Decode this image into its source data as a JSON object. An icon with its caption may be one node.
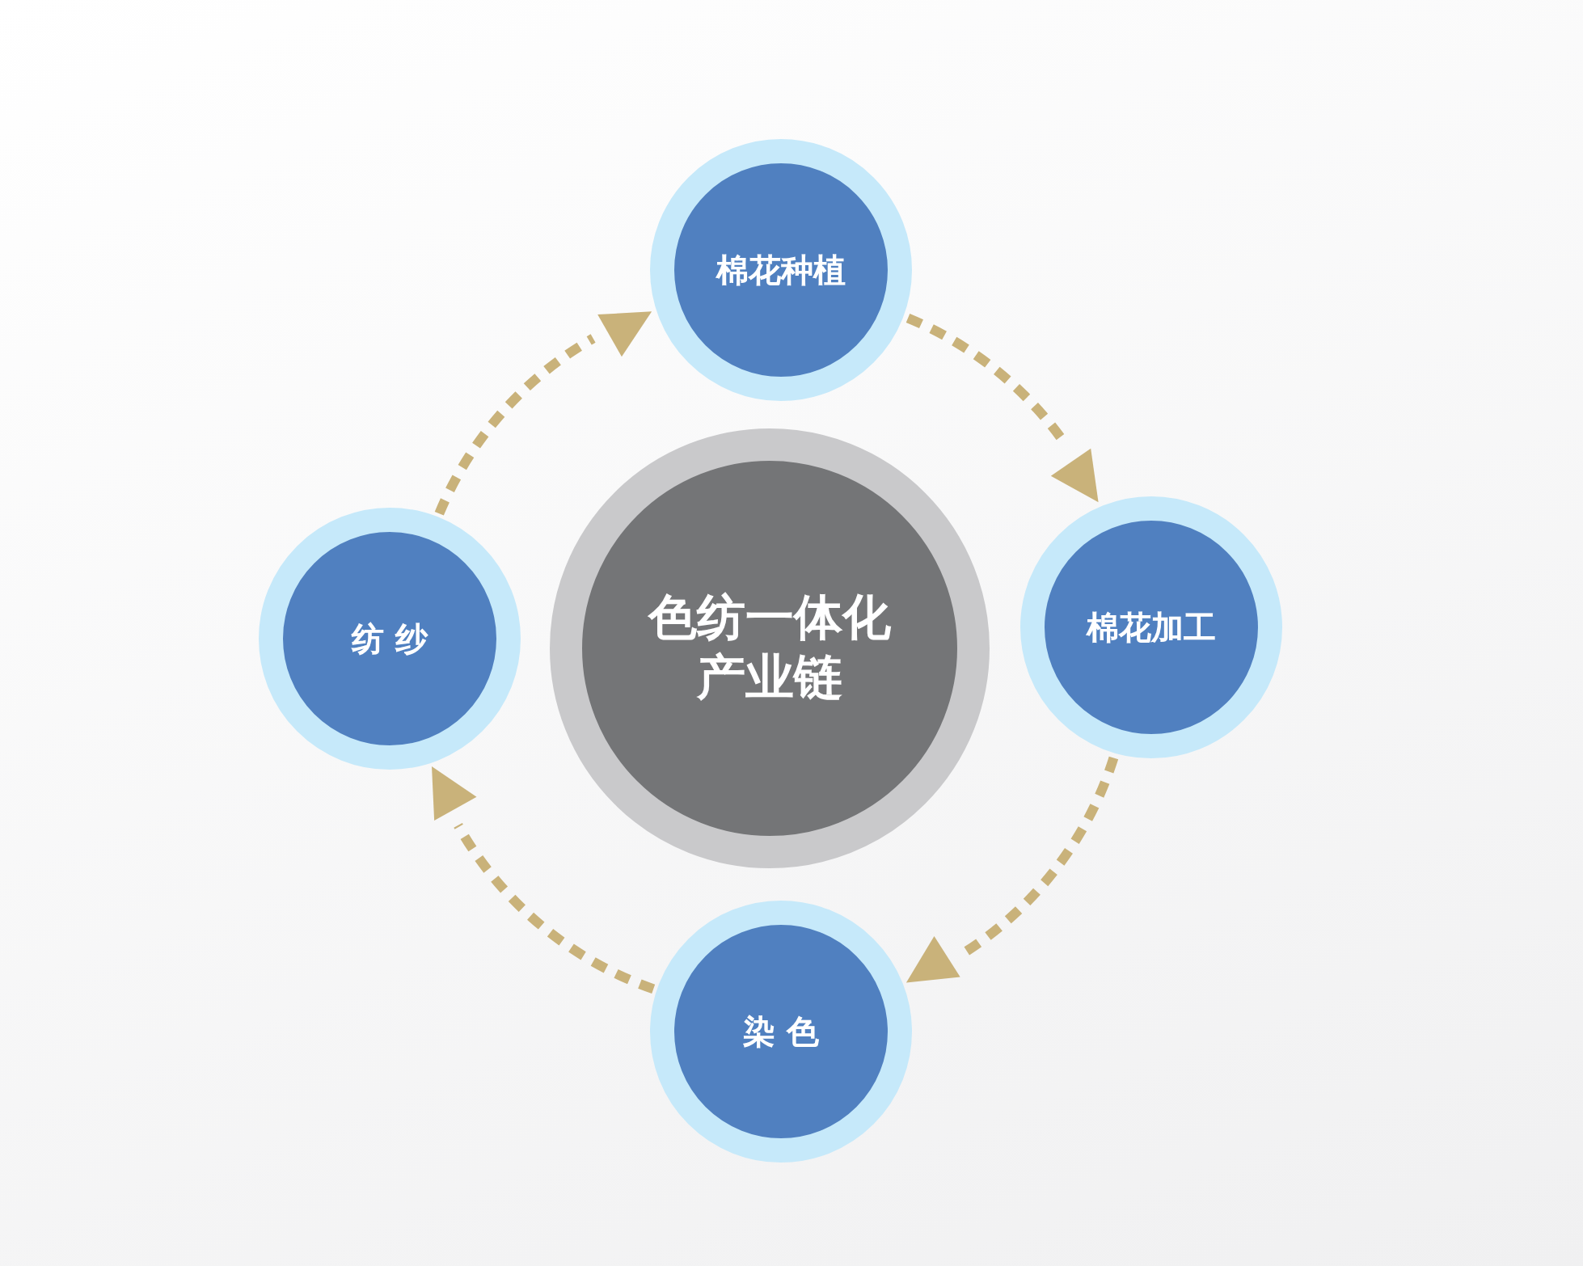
{
  "diagram": {
    "nodes": [
      {
        "text": [
          "色纺一体化产业链"
        ]
      },
      {
        "text": [
          "棉花种植"
        ]
      },
      {
        "text": [
          "棉花加工"
        ]
      },
      {
        "text": [
          "染 色"
        ]
      },
      {
        "text": [
          "纺 纱"
        ]
      }
    ],
    "edges": [
      {
        "from": 1,
        "to": 2,
        "arrow": "to",
        "style": "dashed"
      },
      {
        "from": 2,
        "to": 3,
        "arrow": "to",
        "style": "dashed"
      },
      {
        "from": 3,
        "to": 4,
        "arrow": "to",
        "style": "dashed"
      },
      {
        "from": 4,
        "to": 1,
        "arrow": "to",
        "style": "dashed"
      }
    ]
  }
}
